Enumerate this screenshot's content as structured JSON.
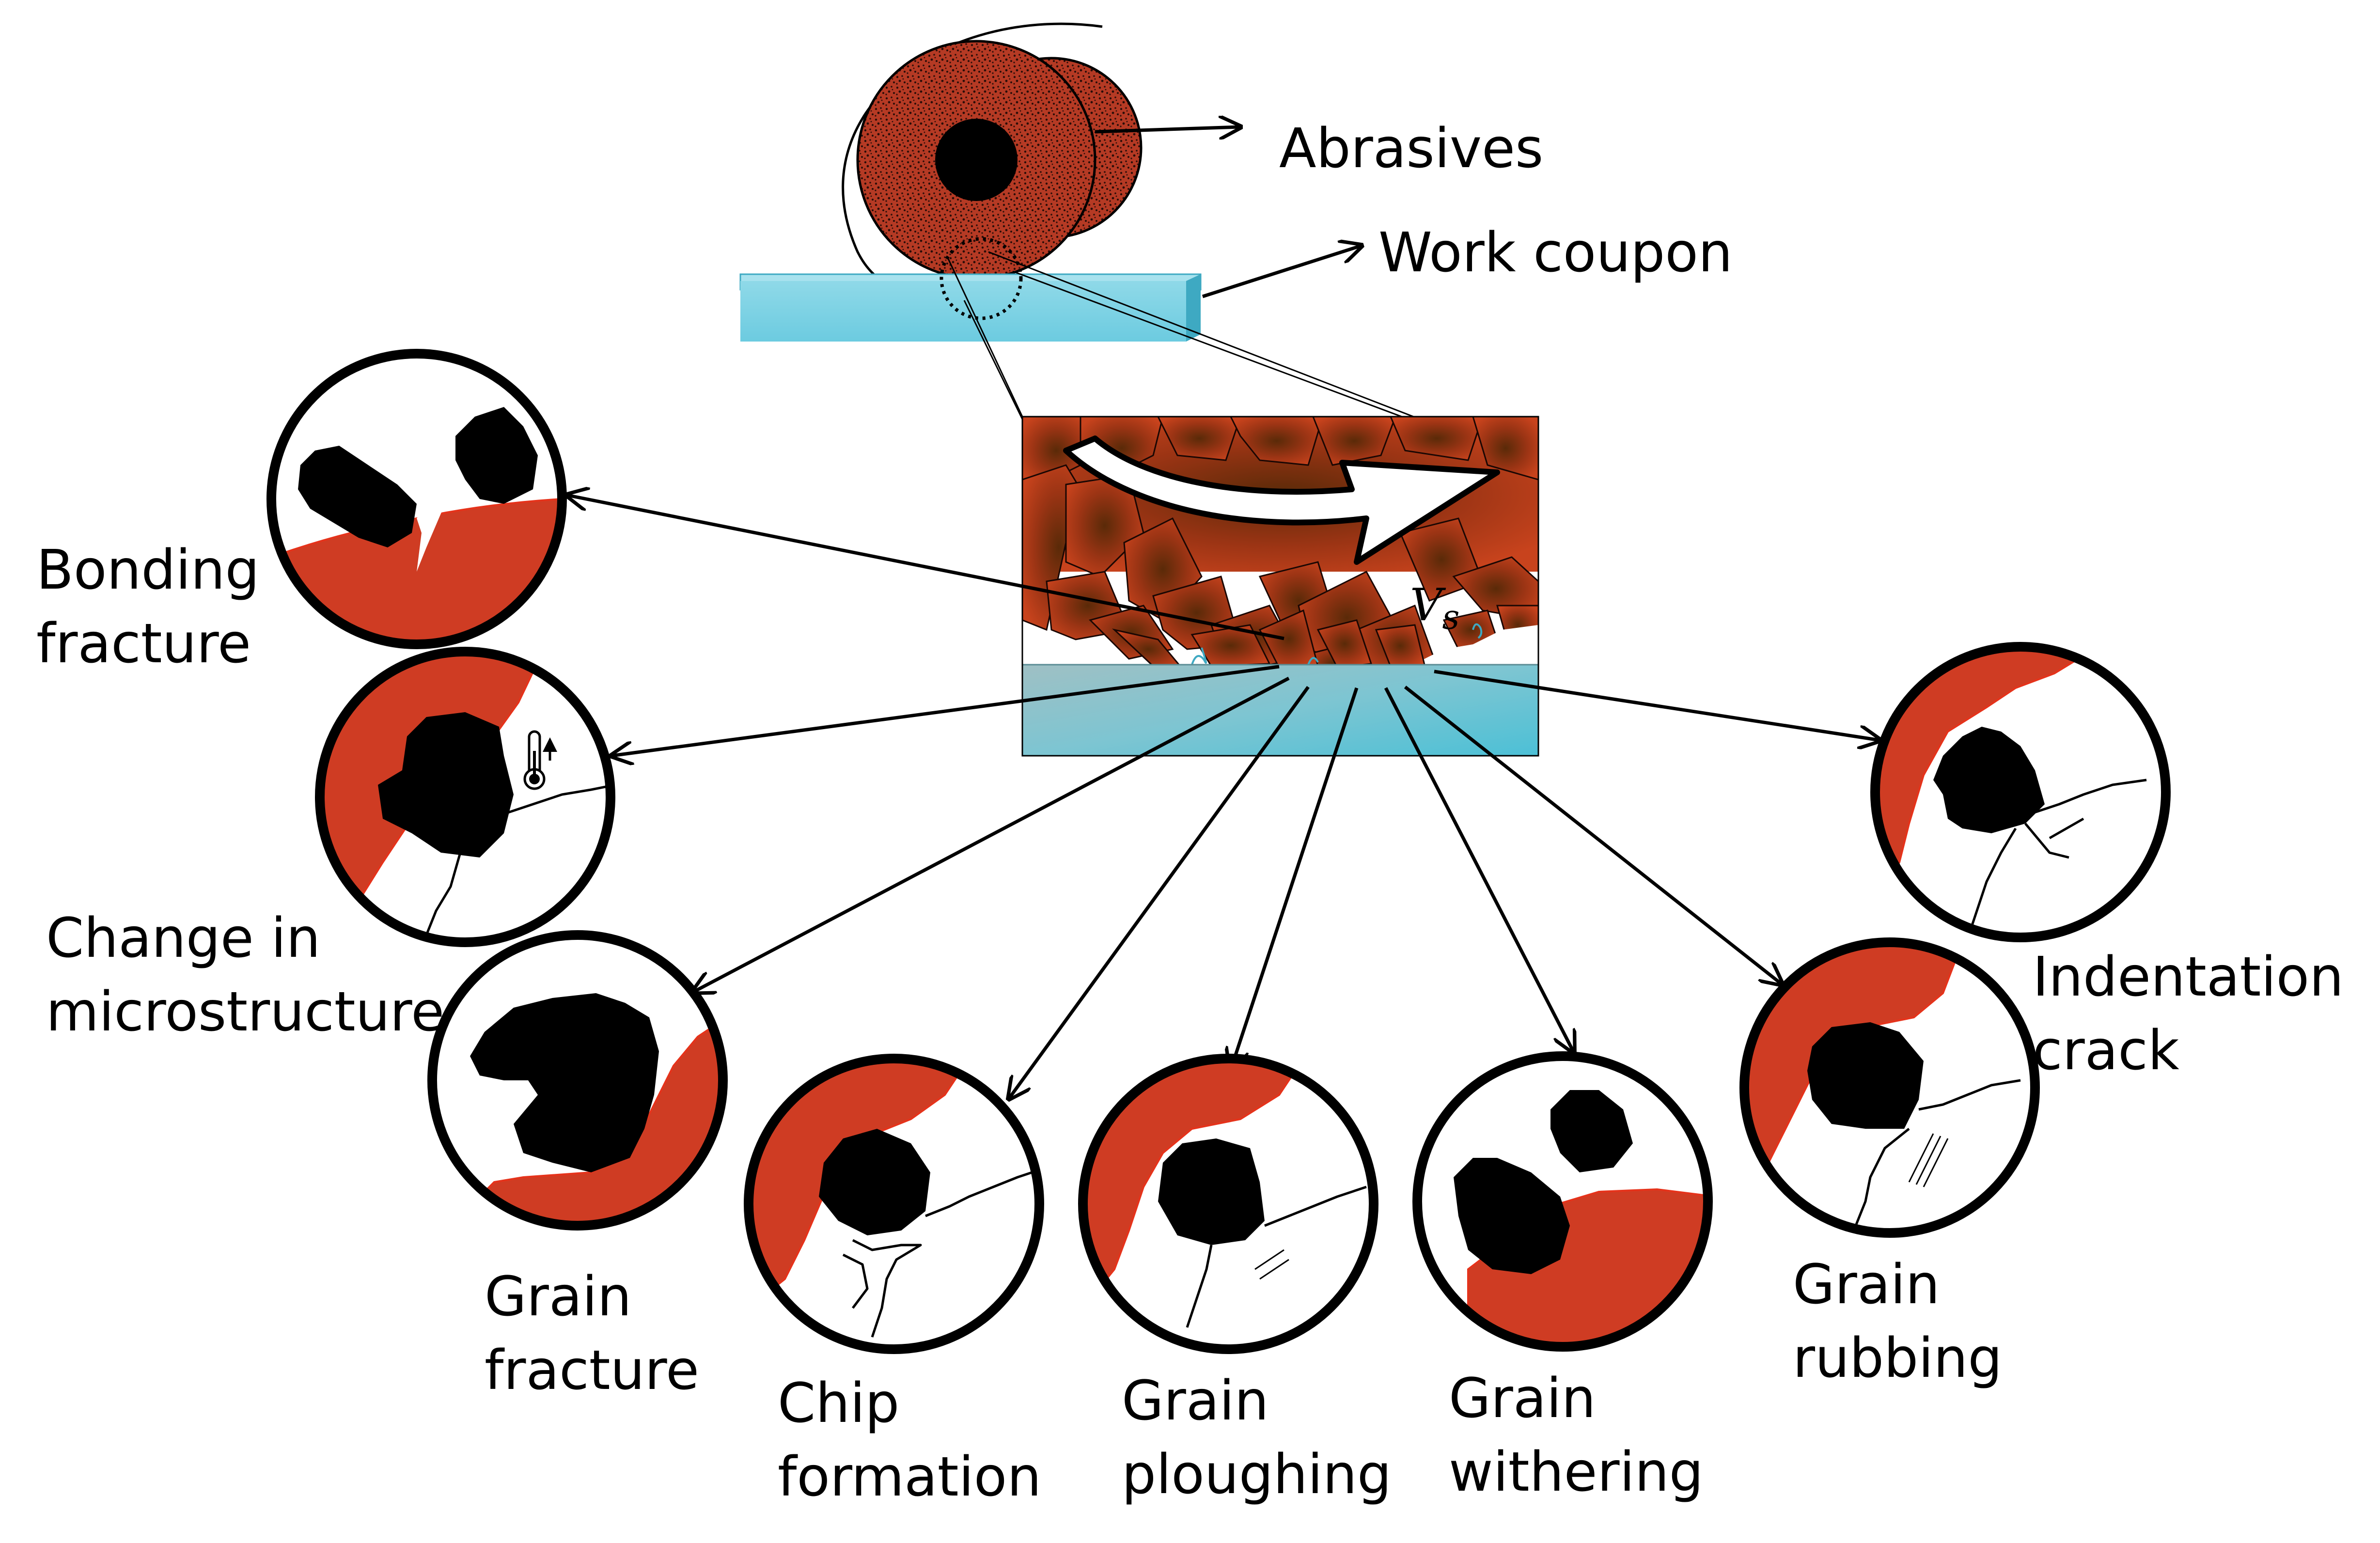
{
  "colors": {
    "wheel": "#b53a24",
    "grain_red": "#cf3c23",
    "coupon": "#6ccbe0",
    "coupon_side": "#3ea9c2",
    "grain_black": "#000000"
  },
  "labels": {
    "abrasives": "Abrasives",
    "work_coupon": "Work coupon",
    "velocity": "V",
    "velocity_sub": "s"
  },
  "mechanisms": [
    {
      "id": "bonding",
      "line1": "Bonding",
      "line2": "fracture"
    },
    {
      "id": "microstructure",
      "line1": "Change in",
      "line2": "microstructure"
    },
    {
      "id": "grain-fracture",
      "line1": "Grain",
      "line2": "fracture"
    },
    {
      "id": "chip",
      "line1": "Chip",
      "line2": "formation"
    },
    {
      "id": "ploughing",
      "line1": "Grain",
      "line2": "ploughing"
    },
    {
      "id": "withering",
      "line1": "Grain",
      "line2": "withering"
    },
    {
      "id": "rubbing",
      "line1": "Grain",
      "line2": "rubbing"
    },
    {
      "id": "indentation",
      "line1": "Indentation",
      "line2": "crack"
    }
  ],
  "icons": {
    "wheel": "grinding-wheel-icon",
    "thermometer": "thermometer-icon"
  }
}
